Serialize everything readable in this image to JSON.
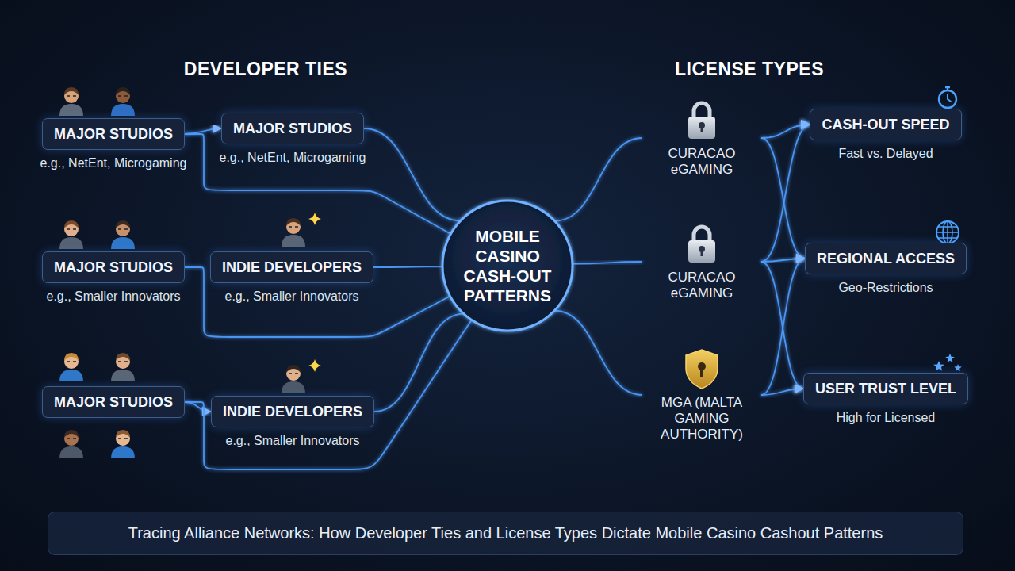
{
  "diagram": {
    "caption": "Tracing Alliance Networks: How Developer Ties and License Types Dictate Mobile Casino Cashout Patterns",
    "nodes": [
      {
        "text": [
          "MAJOR STUDIOS",
          "e.g., NetEnt, Microgaming"
        ]
      },
      {
        "text": [
          "MAJOR STUDIOS",
          "e.g., NetEnt, Microgaming"
        ]
      },
      {
        "text": [
          "MAJOR STUDIOS",
          "e.g., Smaller Innovators"
        ]
      },
      {
        "text": [
          "INDIE DEVELOPERS",
          "e.g., Smaller Innovators"
        ]
      },
      {
        "text": [
          "MAJOR STUDIOS"
        ]
      },
      {
        "text": [
          "INDIE DEVELOPERS",
          "e.g., Smaller Innovators"
        ]
      },
      {
        "text": [
          "MOBILE CASINO CASH-OUT PATTERNS"
        ]
      },
      {
        "text": [
          "CURACAO eGAMING"
        ]
      },
      {
        "text": [
          "CURACAO eGAMING"
        ]
      },
      {
        "text": [
          "MGA (MALTA GAMING AUTHORITY)"
        ]
      },
      {
        "text": [
          "CASH-OUT SPEED",
          "Fast vs. Delayed"
        ]
      },
      {
        "text": [
          "REGIONAL ACCESS",
          "Geo-Restrictions"
        ]
      },
      {
        "text": [
          "USER TRUST LEVEL",
          "High for Licensed"
        ]
      }
    ],
    "edges": [
      {
        "from": 0,
        "to": 1,
        "arrow": "to"
      },
      {
        "from": 2,
        "to": 3,
        "arrow": "to"
      },
      {
        "from": 4,
        "to": 5,
        "arrow": "to"
      },
      {
        "from": 0,
        "to": 6,
        "arrow": "none"
      },
      {
        "from": 2,
        "to": 6,
        "arrow": "none"
      },
      {
        "from": 4,
        "to": 6,
        "arrow": "none"
      },
      {
        "from": 1,
        "to": 6,
        "arrow": "none"
      },
      {
        "from": 3,
        "to": 6,
        "arrow": "none"
      },
      {
        "from": 5,
        "to": 6,
        "arrow": "none"
      },
      {
        "from": 6,
        "to": 7,
        "arrow": "none"
      },
      {
        "from": 6,
        "to": 8,
        "arrow": "none"
      },
      {
        "from": 6,
        "to": 9,
        "arrow": "none"
      },
      {
        "from": 7,
        "to": 10,
        "arrow": "to"
      },
      {
        "from": 7,
        "to": 11,
        "arrow": "to"
      },
      {
        "from": 8,
        "to": 10,
        "arrow": "to"
      },
      {
        "from": 8,
        "to": 11,
        "arrow": "to"
      },
      {
        "from": 8,
        "to": 12,
        "arrow": "to"
      },
      {
        "from": 9,
        "to": 11,
        "arrow": "to"
      },
      {
        "from": 9,
        "to": 12,
        "arrow": "to"
      }
    ],
    "labels": [
      "DEVELOPER TIES",
      "LICENSE TYPES"
    ]
  }
}
